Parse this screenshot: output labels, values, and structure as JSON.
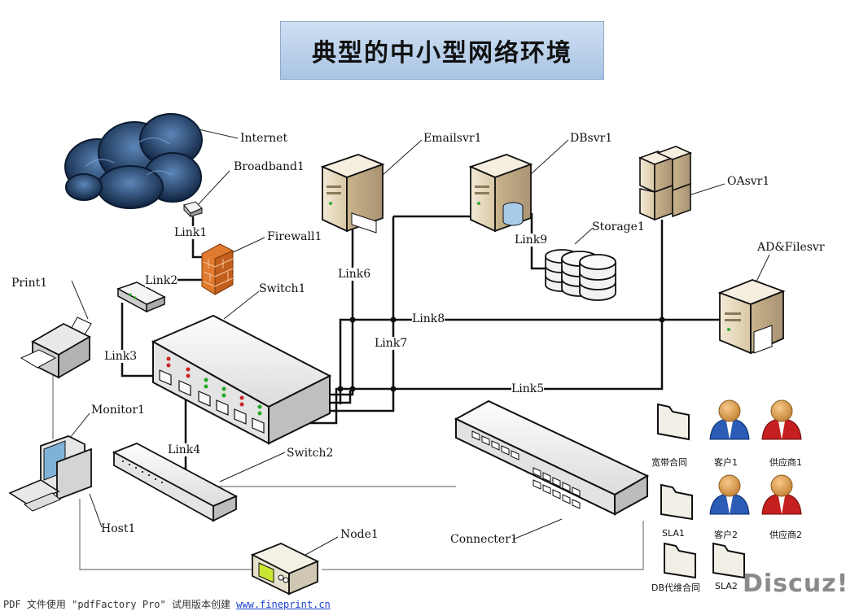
{
  "title": "典型的中小型网络环境",
  "nodes": {
    "internet": "Internet",
    "broadband": "Broadband1",
    "firewall": "Firewall1",
    "switch1": "Switch1",
    "switch2": "Switch2",
    "print": "Print1",
    "monitor": "Monitor1",
    "host": "Host1",
    "node": "Node1",
    "connecter": "Connecter1",
    "email": "Emailsvr1",
    "db": "DBsvr1",
    "storage": "Storage1",
    "oa": "OAsvr1",
    "adfile": "AD&Filesvr"
  },
  "links": {
    "link1": "Link1",
    "link2": "Link2",
    "link3": "Link3",
    "link4": "Link4",
    "link5": "Link5",
    "link6": "Link6",
    "link7": "Link7",
    "link8": "Link8",
    "link9": "Link9"
  },
  "legend": {
    "contract": "宽带合同",
    "customer1": "客户1",
    "supplier1": "供应商1",
    "sla1": "SLA1",
    "customer2": "客户2",
    "supplier2": "供应商2",
    "db_agreement": "DB代维合同",
    "sla2": "SLA2"
  },
  "footer": {
    "prefix": "PDF 文件使用 \"pdfFactory Pro\" 试用版本创建 ",
    "url": "www.fineprint.cn"
  },
  "watermark": "Discuz!",
  "colors": {
    "title_bg": "#b9cfe9",
    "cloud": "#1d3b63",
    "firewall": "#e07a2e",
    "customer": "#2a5bb5",
    "supplier": "#c51f1f",
    "server": "#e8dcc4"
  }
}
